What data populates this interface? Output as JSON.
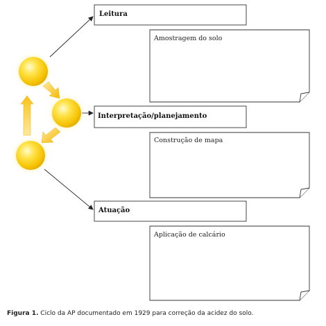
{
  "stages": [
    {
      "label": "Leitura",
      "note": "Amostragem do solo"
    },
    {
      "label": "Interpretação/planejamento",
      "note": "Construção de mapa"
    },
    {
      "label": "Atuação",
      "note": "Aplicação de calcário"
    }
  ],
  "caption": {
    "prefix": "Figura 1.",
    "text": "Ciclo da AP documentado em 1929 para correção da acidez do solo."
  },
  "colors": {
    "sphere": "#f5c800",
    "sphere_highlight": "#fff8b0",
    "arrow": "#f7d454",
    "box_border": "#333333"
  }
}
